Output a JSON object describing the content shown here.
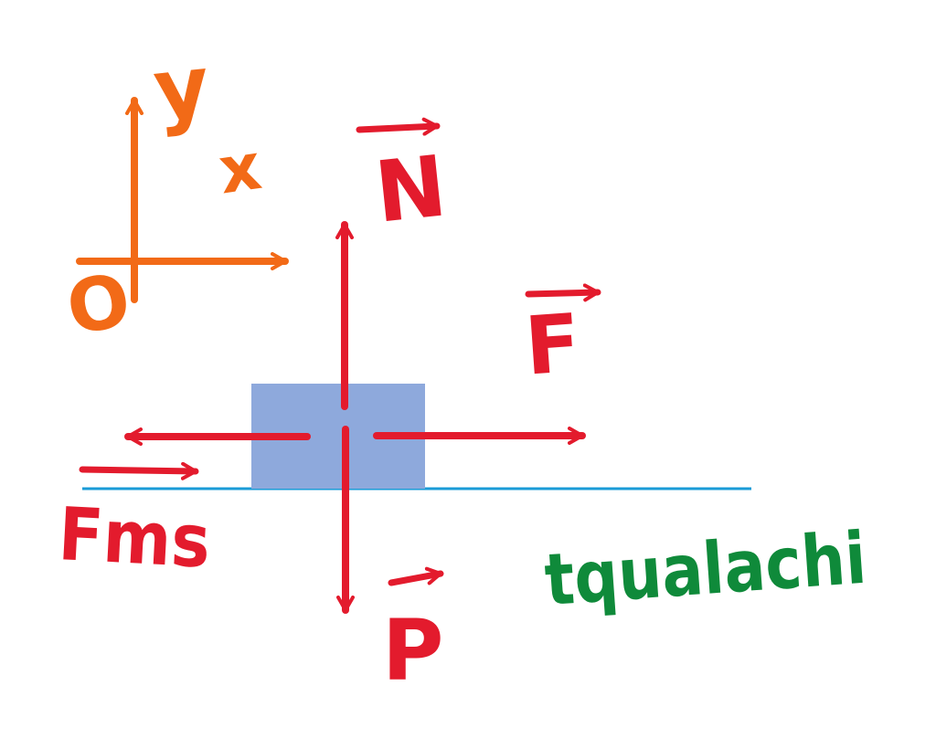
{
  "colors": {
    "background": "#ffffff",
    "axis": "#f26a17",
    "force": "#e31b2d",
    "block": "#8ea9dc",
    "ground": "#1a9bd7",
    "signature": "#0f8a3a"
  },
  "axes": {
    "origin_label": "O",
    "x_label": "x",
    "y_label": "y"
  },
  "forces": {
    "normal_label": "N",
    "weight_label": "P",
    "applied_label": "F",
    "friction_label": "Fms"
  },
  "signature": {
    "text": "tqualachi"
  }
}
